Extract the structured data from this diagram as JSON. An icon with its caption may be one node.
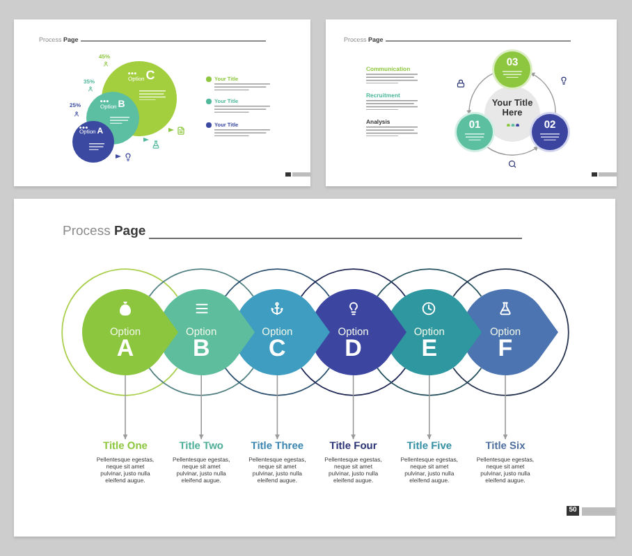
{
  "diagram": {
    "nodes": [
      {
        "text": [
          "Option",
          "C"
        ]
      },
      {
        "text": [
          "Option",
          "B"
        ]
      },
      {
        "text": [
          "Option",
          "A"
        ]
      },
      {
        "text": [
          "Your Title Here"
        ]
      },
      {
        "text": [
          "03"
        ]
      },
      {
        "text": [
          "01"
        ]
      },
      {
        "text": [
          "02"
        ]
      },
      {
        "text": [
          "Option",
          "A"
        ]
      },
      {
        "text": [
          "Option",
          "B"
        ]
      },
      {
        "text": [
          "Option",
          "C"
        ]
      },
      {
        "text": [
          "Option",
          "D"
        ]
      },
      {
        "text": [
          "Option",
          "E"
        ]
      },
      {
        "text": [
          "Option",
          "F"
        ]
      },
      {
        "text": [
          "Title One",
          "Pellentesque egestas, neque sit amet pulvinar, justo nulla eleifend augue."
        ]
      },
      {
        "text": [
          "Title Two",
          "Pellentesque egestas, neque sit amet pulvinar, justo nulla eleifend augue."
        ]
      },
      {
        "text": [
          "Title Three",
          "Pellentesque egestas, neque sit amet pulvinar, justo nulla eleifend augue."
        ]
      },
      {
        "text": [
          "Title Four",
          "Pellentesque egestas, neque sit amet pulvinar, justo nulla eleifend augue."
        ]
      },
      {
        "text": [
          "Title Five",
          "Pellentesque egestas, neque sit amet pulvinar, justo nulla eleifend augue."
        ]
      },
      {
        "text": [
          "Title Six",
          "Pellentesque egestas, neque sit amet pulvinar, justo nulla eleifend augue."
        ]
      }
    ],
    "edges": [
      {
        "from": 5,
        "to": 6,
        "arrow": "to"
      },
      {
        "from": 6,
        "to": 4,
        "arrow": "to"
      },
      {
        "from": 4,
        "to": 5,
        "arrow": "to"
      },
      {
        "from": 7,
        "to": 13,
        "arrow": "to"
      },
      {
        "from": 8,
        "to": 14,
        "arrow": "to"
      },
      {
        "from": 9,
        "to": 15,
        "arrow": "to"
      },
      {
        "from": 10,
        "to": 16,
        "arrow": "to"
      },
      {
        "from": 11,
        "to": 17,
        "arrow": "to"
      },
      {
        "from": 12,
        "to": 18,
        "arrow": "to"
      }
    ],
    "labels": [
      "Process **Page**",
      "45%",
      "35%",
      "25%",
      "Process **Page**",
      "Communication",
      "Recruitment",
      "Analysis",
      "Process **Page**",
      "50"
    ],
    "legend": [
      {
        "text": "Your Title",
        "color": "#8dc63f"
      },
      {
        "text": "Your Title",
        "color": "#4fb89a"
      },
      {
        "text": "Your Title",
        "color": "#3b4aa0"
      }
    ]
  }
}
